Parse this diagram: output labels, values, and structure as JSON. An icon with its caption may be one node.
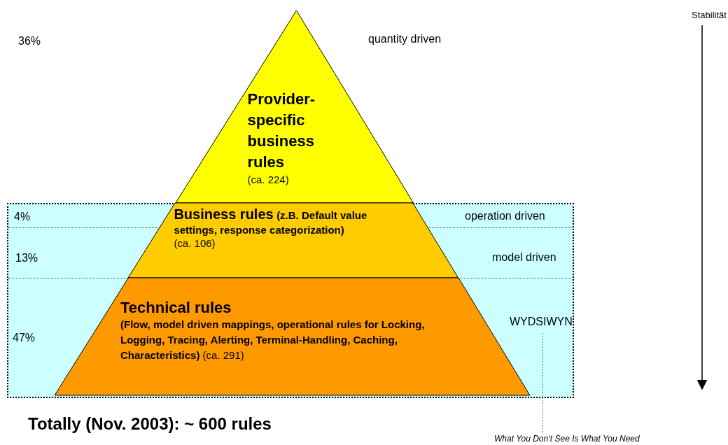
{
  "diagram": {
    "nodes": [
      {
        "text": [
          "Provider-specific business rules",
          "(ca. 224)"
        ]
      },
      {
        "text": [
          "Business rules",
          "(z.B. Default value settings, response categorization)",
          "(ca. 106)"
        ]
      },
      {
        "text": [
          "Technical rules",
          "**(Flow, model driven mappings, operational rules for Locking, Logging, Tracing, Alerting, Terminal-Handling, Caching, Characteristics)** (ca. 291)"
        ]
      },
      {
        "text": [
          "WYDSIWYN"
        ]
      },
      {
        "text": [
          "What You Don‘t See Is What You Need"
        ]
      }
    ],
    "edges": [
      {
        "from": 4,
        "to": 3,
        "arrow": "none",
        "style": "dashed"
      }
    ],
    "labels": [
      "Stabilität",
      "36%",
      "quantity driven",
      "4%",
      "operation driven",
      "13%",
      "model driven",
      "47%",
      "Totally (Nov. 2003): ~ 600 rules"
    ]
  }
}
